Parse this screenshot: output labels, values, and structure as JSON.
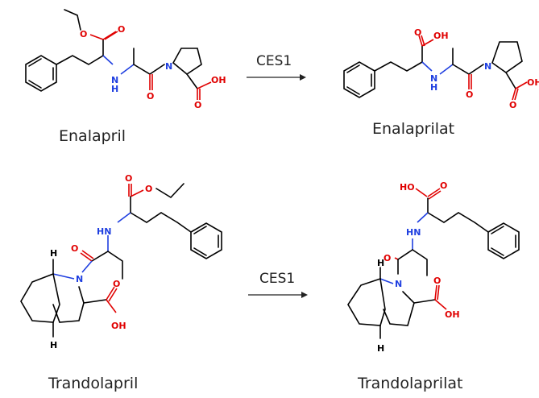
{
  "reactions": [
    {
      "substrate_name": "Enalapril",
      "enzyme": "CES1",
      "product_name": "Enalaprilat"
    },
    {
      "substrate_name": "Trandolapril",
      "enzyme": "CES1",
      "product_name": "Trandolaprilat"
    }
  ],
  "atom_labels": {
    "O": "O",
    "OH": "OH",
    "HO": "HO",
    "N": "N",
    "NH": "NH",
    "HN": "HN",
    "H": "H"
  },
  "colors": {
    "oxygen": "#e00000",
    "nitrogen": "#1f3fe0",
    "carbon_bond": "#000000"
  }
}
